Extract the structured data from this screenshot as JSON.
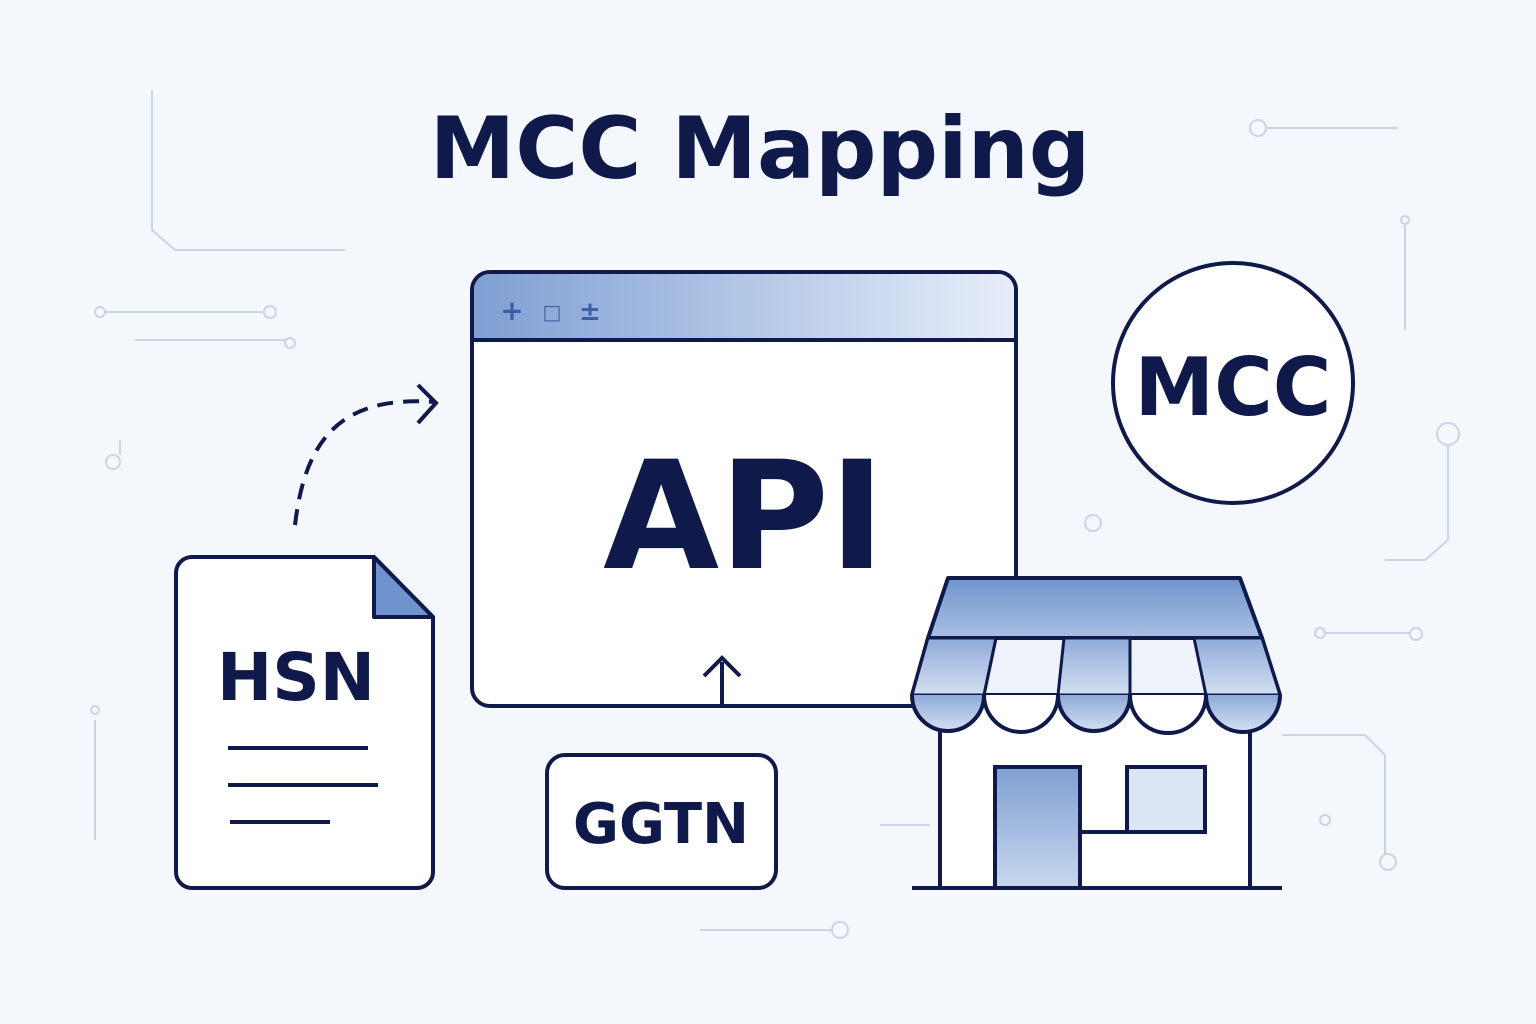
{
  "title": "MCC Mapping",
  "window": {
    "label": "API",
    "controls": [
      "+",
      "□",
      "±"
    ]
  },
  "document": {
    "label": "HSN"
  },
  "badge": {
    "label": "MCC"
  },
  "tag": {
    "label": "GGTN"
  },
  "store": {
    "name": "store-icon"
  },
  "colors": {
    "ink": "#0f1a4a",
    "accent": "#6f93cc",
    "accent_light": "#dbe5f4",
    "background": "#f4f7fb",
    "trace": "#c9d4e6"
  }
}
